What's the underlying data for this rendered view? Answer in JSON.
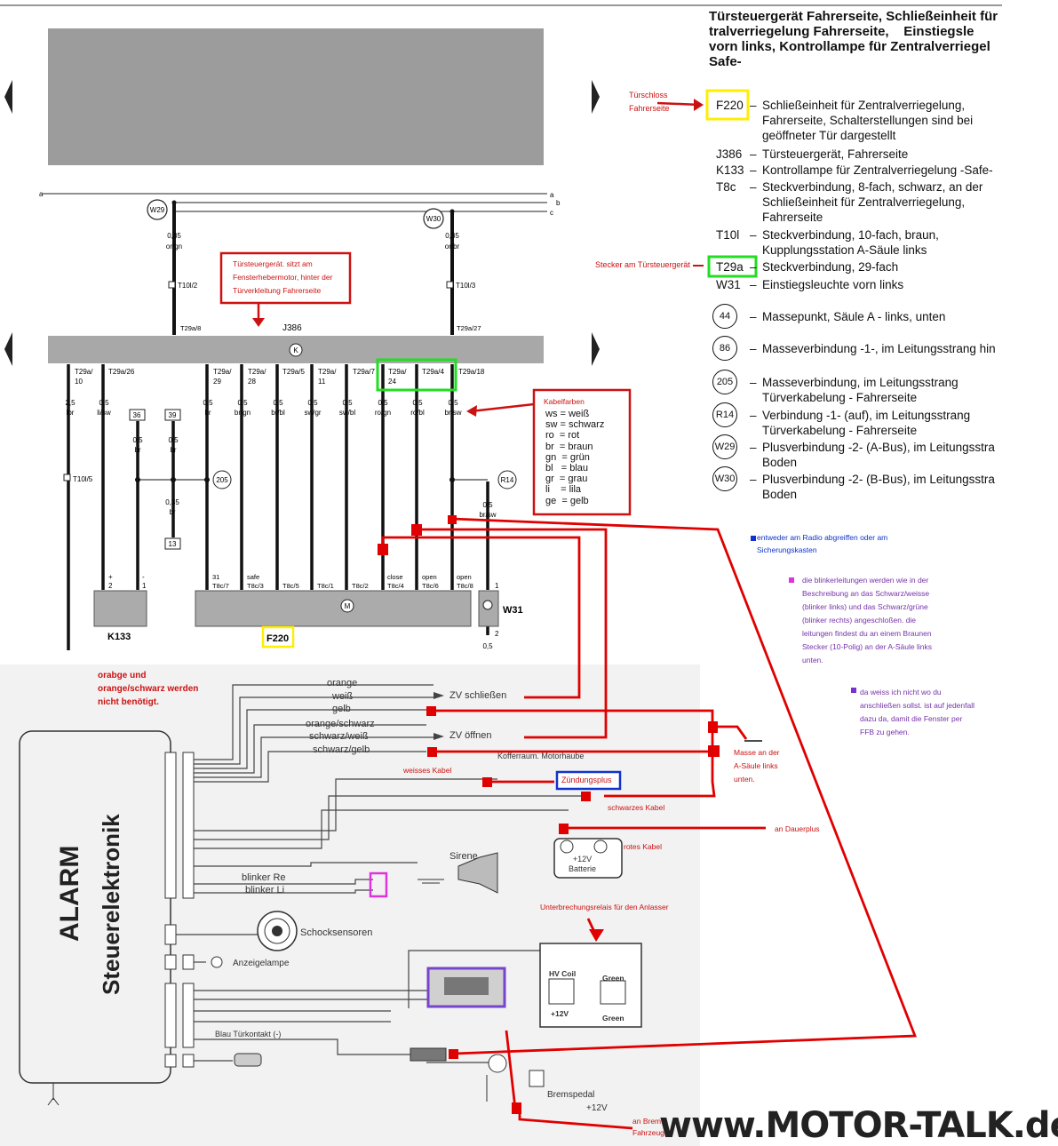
{
  "legend": {
    "heading": "Türsteuergerät Fahrerseite, Schließeinheit für\ntralverriegelung Fahrerseite,    Einstiegsle\nvorn links, Kontrollampe für Zentralverriegel\nSafe-",
    "entries": [
      {
        "code": "F220",
        "desc": "Schließeinheit für Zentralverriegelung,\nFahrerseite, Schalterstellungen sind bei\ngeöffneter Tür dargestellt"
      },
      {
        "code": "J386",
        "desc": "Türsteuergerät, Fahrerseite"
      },
      {
        "code": "K133",
        "desc": "Kontrollampe für Zentralverriegelung -Safe-"
      },
      {
        "code": "T8c",
        "desc": "Steckverbindung, 8-fach, schwarz, an der\nSchließeinheit für Zentralverriegelung,\nFahrerseite"
      },
      {
        "code": "T10l",
        "desc": "Steckverbindung, 10-fach, braun,\nKupplungsstation A-Säule links"
      },
      {
        "code": "T29a",
        "desc": "Steckverbindung, 29-fach"
      },
      {
        "code": "W31",
        "desc": "Einstiegsleuchte vorn links"
      }
    ],
    "circles": [
      {
        "code": "44",
        "desc": "Massepunkt, Säule A - links, unten"
      },
      {
        "code": "86",
        "desc": "Masseverbindung -1-, im Leitungsstrang hin"
      },
      {
        "code": "205",
        "desc": "Masseverbindung, im Leitungsstrang\nTürverkabelung - Fahrerseite"
      },
      {
        "code": "R14",
        "desc": "Verbindung -1- (auf), im Leitungsstrang\nTürverkabelung - Fahrerseite"
      },
      {
        "code": "W29",
        "desc": "Plusverbindung -2- (A-Bus), im Leitungsstra\nBoden"
      },
      {
        "code": "W30",
        "desc": "Plusverbindung -2- (B-Bus), im Leitungsstra\nBoden"
      }
    ]
  },
  "notes": {
    "tuerschloss": "Türschloss\nFahrerseite",
    "stecker": "Stecker am Türsteuergerät",
    "steuergeraet": "Türsteuergerät. sitzt am\nFensterhebermotor, hinter der\nTürverkleitung Fahrerseite",
    "kabelfarben_title": "Kabelfarben",
    "kabelfarben": "ws = weiß\nsw = schwarz\nro  = rot\nbr  = braun\ngn  = grün\nbl   = blau\ngr  = grau\nli    = lila\nge  = gelb",
    "radio": "entweder am Radio abgreiffen oder am\nSicherungskasten",
    "blinker": "die blinkerleitungen werden wie in der\nBeschreibung an das Schwarz/weisse\n(blinker links) und das Schwarz/grüne\n(blinker rechts) angeschloßen. die\nleitungen findest du an einem Braunen\nStecker (10-Polig) an der A-Säule links\nunten.",
    "weiss": "da weiss ich nicht wo du\nanschließen sollst. ist auf jedenfall\ndazu da, damit die Fenster per\nFFB zu gehen.",
    "orange": "orabge und\norange/schwarz werden\nnicht benötigt.",
    "masse": "Masse an der\nA-Säule links\nunten.",
    "weisses_kabel": "weisses Kabel",
    "zuendungsplus": "Zündungsplus",
    "schwarzes_kabel": "schwarzes Kabel",
    "dauerplus": "an Dauerplus",
    "rotes_kabel": "rotes Kabel",
    "relais": "Unterbrechungsrelais für den Anlasser",
    "bottom_left": "an Brem\nFahrzeug"
  },
  "alarm": {
    "title1": "ALARM",
    "title2": "Steuerelektronik",
    "wires_top": [
      "orange",
      "weiß",
      "gelb",
      "orange/schwarz",
      "schwarz/weiß",
      "schwarz/gelb"
    ],
    "zv_schliessen": "ZV schließen",
    "zv_oeffnen": "ZV öffnen",
    "kofferraum": "Kofferraum. Motorhaube",
    "sirene": "Sirene",
    "blinker_re": "blinker Re",
    "blinker_li": "blinker Li",
    "schock": "Schocksensoren",
    "anzeige": "Anzeigelampe",
    "batterie": "+12V\nBatterie",
    "blau": "Blau Türkontakt (-)",
    "bremspedal": "Bremspedal",
    "plus12": "+12V",
    "hvcoil": "HV Coil",
    "green1": "Green",
    "green2": "Green",
    "relais12": "+12V"
  },
  "watermark": "www.MOTOR-TALK.de"
}
